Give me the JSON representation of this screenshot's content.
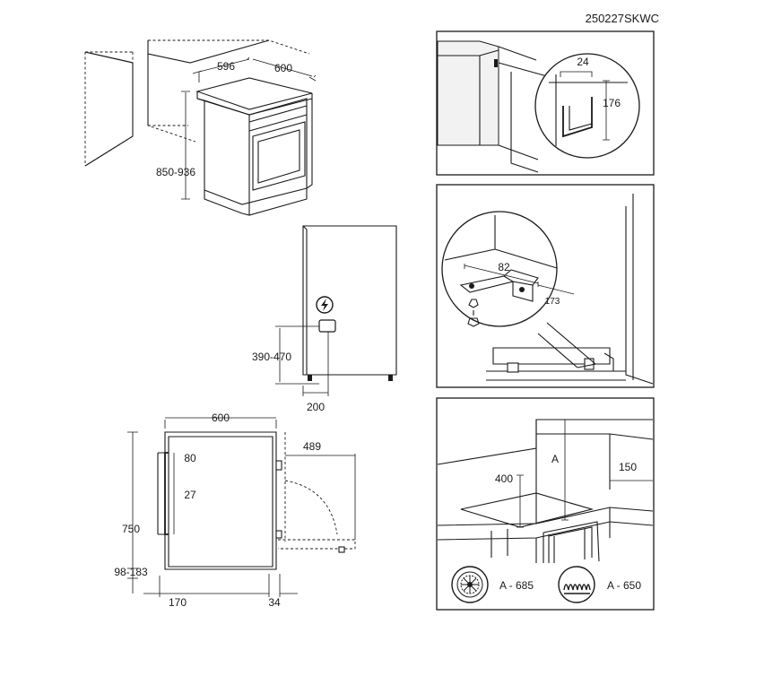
{
  "document_code": "250227SKWC",
  "cooker_3d": {
    "width_label": "596",
    "depth_label": "600",
    "height_label": "850-936"
  },
  "electrical_side": {
    "height_label": "390-470",
    "offset_label": "200"
  },
  "side_plan": {
    "width_label": "600",
    "door_swing_label": "489",
    "handle_depth_label": "80",
    "panel_label": "27",
    "height_label": "750",
    "plinth_label": "98-183",
    "bottom_left_label": "170",
    "bottom_right_label": "34"
  },
  "anti_tilt_bracket": {
    "width_label": "24",
    "height_label": "176"
  },
  "foot_bracket": {
    "depth_label": "82",
    "offset_label": "173"
  },
  "hood_clearance": {
    "height_label": "400",
    "a_label": "A",
    "side_label": "150",
    "fan_hood_label": "A - 685",
    "coil_hood_label": "A - 650"
  },
  "icons": {
    "electrical": "lightning-bolt-icon",
    "fan": "fan-extractor-icon",
    "coil": "heating-coil-icon"
  }
}
